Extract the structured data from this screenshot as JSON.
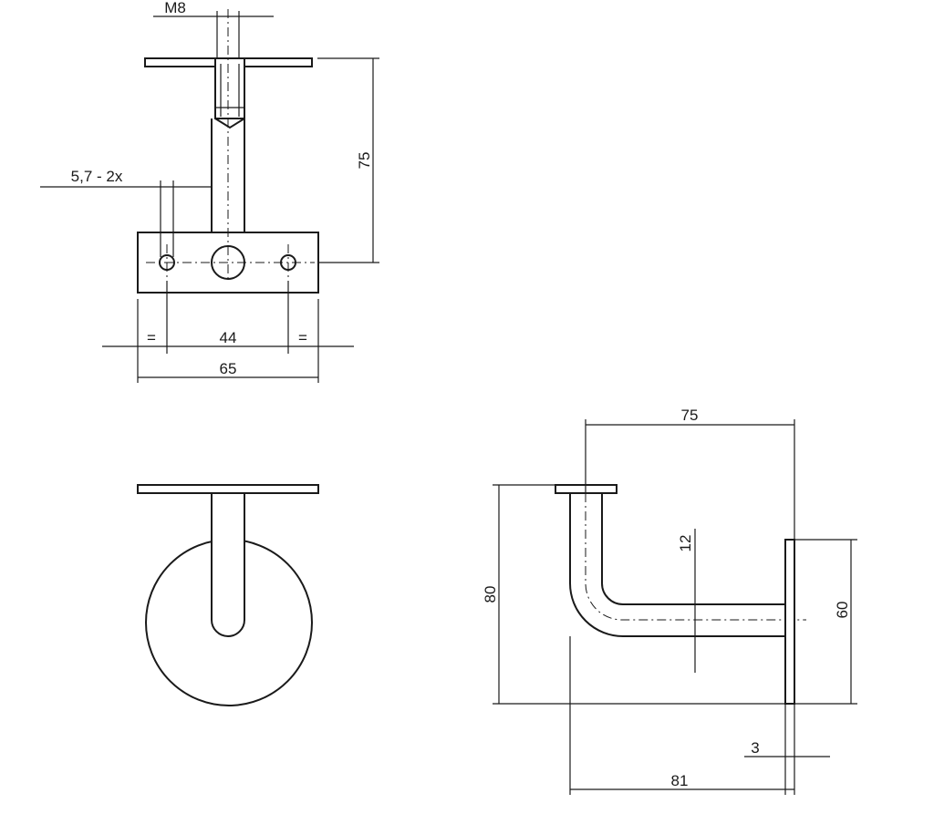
{
  "drawing": {
    "top_view": {
      "thread_label": "M8",
      "hole_label": "5,7 - 2x",
      "height_label": "75",
      "equal_left_label": "=",
      "hole_spacing_label": "44",
      "equal_right_label": "=",
      "plate_width_label": "65"
    },
    "side_view": {
      "projection_label": "75",
      "height_label": "80",
      "bar_label": "12",
      "plate_label": "60",
      "thickness_label": "3",
      "length_label": "81"
    }
  }
}
